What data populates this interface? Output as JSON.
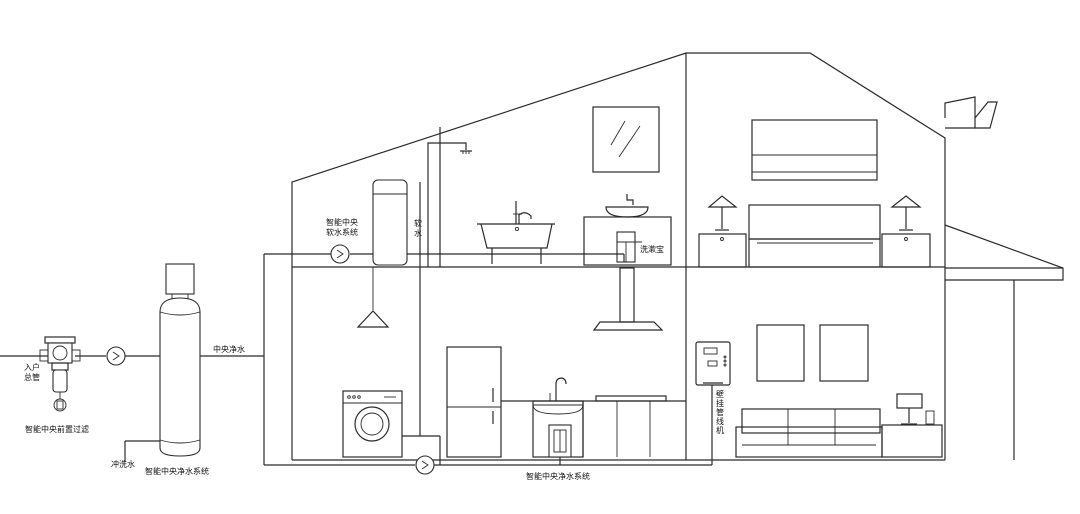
{
  "labels": {
    "inlet": [
      "入户",
      "总管"
    ],
    "pre_filter": "智能中央前置过滤",
    "central_water": "中央净水",
    "flush_water": "冲洗水",
    "central_purifier": "智能中央净水系统",
    "softener": [
      "智能中央",
      "软水系统"
    ],
    "soft_water": [
      "软",
      "水"
    ],
    "washer_treasure": "洗漱宝",
    "kitchen_purifier": "智能中央净水系统",
    "wall_pipeline": [
      "壁",
      "挂",
      "管",
      "线",
      "机"
    ]
  },
  "colors": {
    "line": "#2b2b2b",
    "background": "#ffffff",
    "text": "#111111"
  },
  "icons": [
    "pump-icon",
    "faucet-icon",
    "shower-head-icon",
    "lamp-icon"
  ]
}
